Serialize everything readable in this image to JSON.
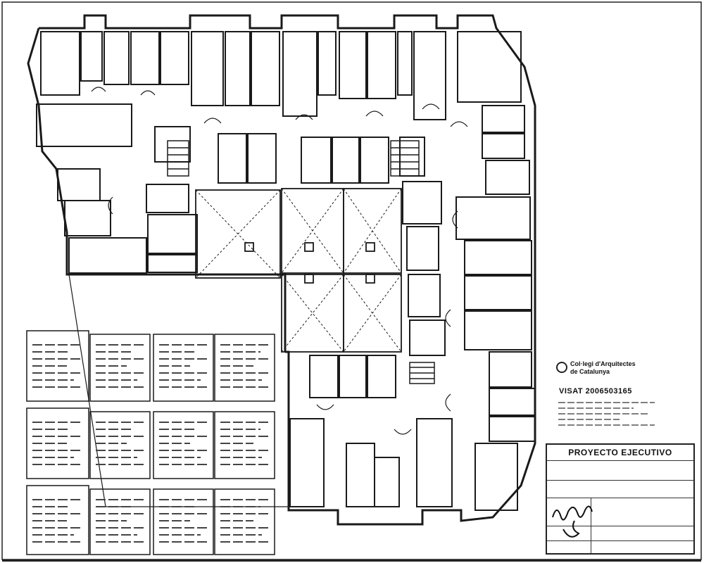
{
  "seal": {
    "org_line1": "Col·legi d'Arquitectes",
    "org_line2": "de Catalunya",
    "visat": "VISAT 2006503165"
  },
  "title_block": {
    "title": "PROYECTO EJECUTIVO"
  },
  "colors": {
    "ink": "#1a1a1a",
    "paper": "#ffffff",
    "hatch": "#555555"
  },
  "icons": [
    "college-seal-icon",
    "signature-mark"
  ]
}
